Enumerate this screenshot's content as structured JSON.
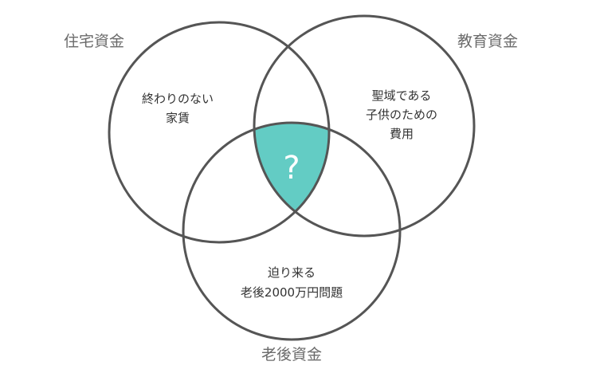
{
  "diagram": {
    "sets": [
      {
        "label": "住宅資金",
        "content": [
          "終わりのない",
          "家賃"
        ]
      },
      {
        "label": "教育資金",
        "content": [
          "聖域である",
          "子供のための",
          "費用"
        ]
      },
      {
        "label": "老後資金",
        "content": [
          "迫り来る",
          "老後2000万円問題"
        ]
      }
    ],
    "intersection": {
      "mark": "?",
      "color": "#63ccc4"
    },
    "colors": {
      "stroke": "#555555",
      "label": "#6b6b6b",
      "text": "#333333",
      "background": "#ffffff"
    }
  }
}
